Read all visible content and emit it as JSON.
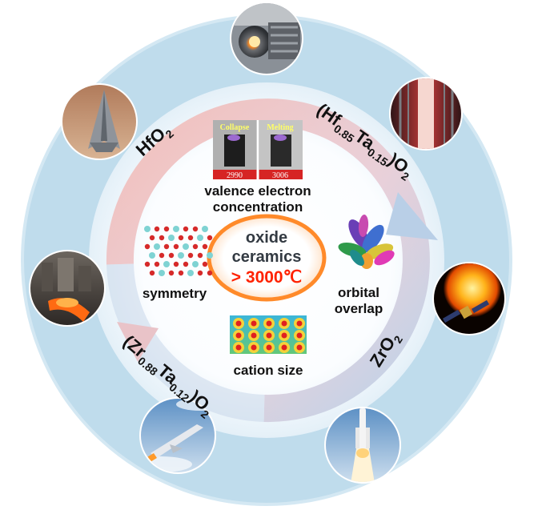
{
  "center": {
    "line1": "oxide",
    "line2": "ceramics",
    "temp": "> 3000℃"
  },
  "factors": {
    "valence_line1": "valence electron",
    "valence_line2": "concentration",
    "symmetry": "symmetry",
    "orbital_line1": "orbital",
    "orbital_line2": "overlap",
    "cation": "cation size"
  },
  "inset": {
    "left_label": "Collapse",
    "right_label": "Melting",
    "left_value": "2990",
    "right_value": "3006"
  },
  "materials": {
    "hfo2": {
      "base": "HfO",
      "sub": "2"
    },
    "hfta": {
      "open": "(Hf",
      "sub1": "0.85",
      "mid": "Ta",
      "sub2": "0.15",
      "close": ")O",
      "sub3": "2"
    },
    "zro2": {
      "base": "ZrO",
      "sub": "2"
    },
    "zrta": {
      "open": "(Zr",
      "sub1": "0.88",
      "mid": "Ta",
      "sub2": "0.12",
      "close": ")O",
      "sub3": "2"
    }
  },
  "photos": [
    "jet-engine-icon",
    "reactor-chamber-icon",
    "sun-satellite-icon",
    "rocket-launch-icon",
    "hypersonic-vehicle-icon",
    "furnace-icon",
    "stealth-aircraft-icon"
  ],
  "colors": {
    "outer_ring": "#bcd9ea",
    "inner_disc": "#ffffff",
    "arrow_pink": "#f1b3ad",
    "arrow_blue": "#b5cce4",
    "temp_red": "#ff2200",
    "oval_stroke": "#ff8a2a"
  }
}
